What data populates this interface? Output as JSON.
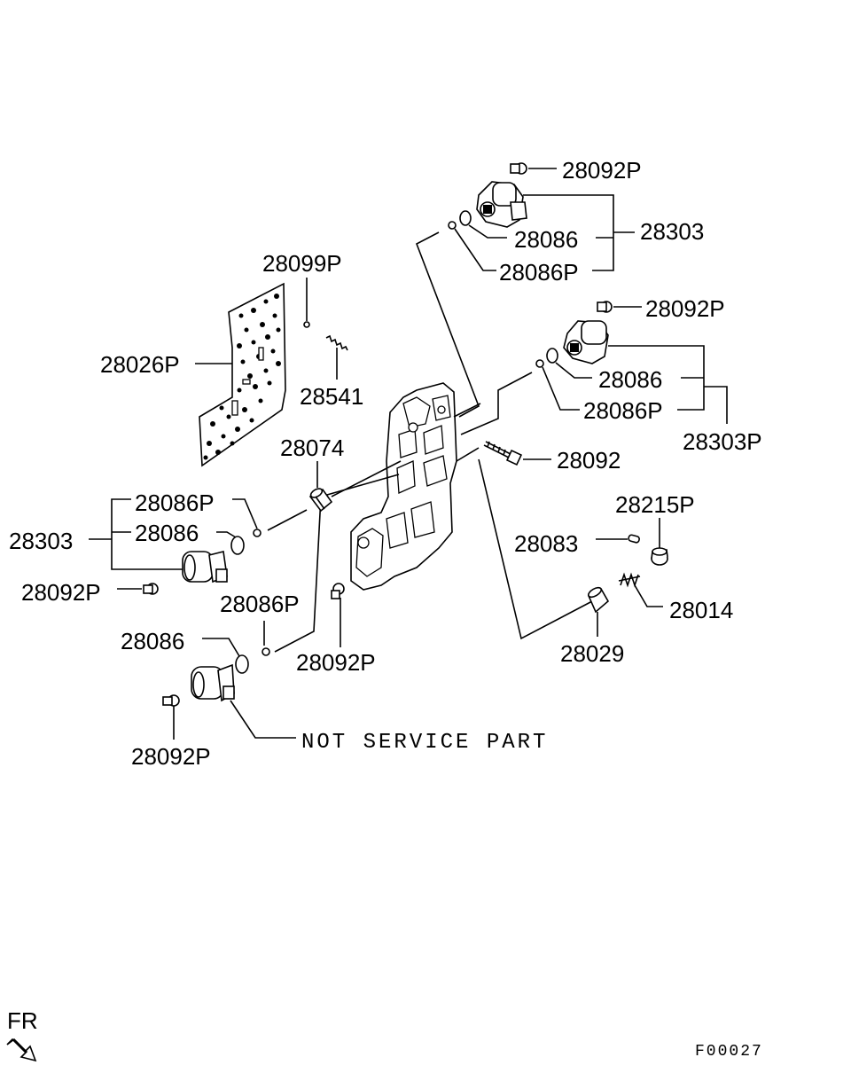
{
  "labels": {
    "top_solenoid_bolt": "28092P",
    "top_oring": "28086",
    "top_solenoid": "28303",
    "top_oring_p": "28086P",
    "plate_pin": "28099P",
    "plate": "28026P",
    "spring_28541": "28541",
    "second_solenoid_bolt": "28092P",
    "second_oring": "28086",
    "second_oring_p": "28086P",
    "second_solenoid": "28303P",
    "valve_28074": "28074",
    "body_bolt": "28092",
    "plug_28215": "28215P",
    "pin_28083": "28083",
    "spring_28014": "28014",
    "sleeve_28029": "28029",
    "left_oring_p": "28086P",
    "left_oring": "28086",
    "left_solenoid": "28303",
    "left_solenoid_bolt": "28092P",
    "center_oring_p": "28086P",
    "center_bolt": "28092P",
    "lower_oring": "28086",
    "lower_solenoid_bolt": "28092P",
    "not_service": "NOT SERVICE PART"
  },
  "footer": {
    "direction": "FR",
    "figure_code": "F00027"
  }
}
